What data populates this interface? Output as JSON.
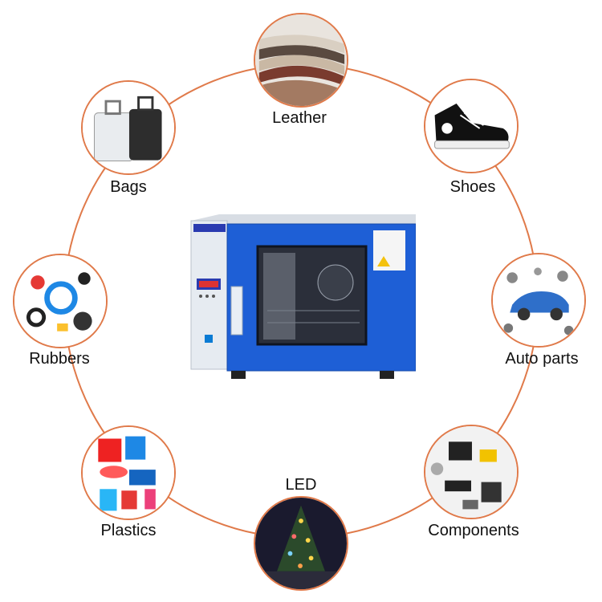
{
  "center": {
    "icon": "drying-oven-icon",
    "colors": {
      "body": "#1e5fd6",
      "panel": "#e6ebf1",
      "display": "#2a3bb0"
    }
  },
  "applications": [
    {
      "id": "leather",
      "label": "Leather",
      "icon": "leather-swatches-icon"
    },
    {
      "id": "shoes",
      "label": "Shoes",
      "icon": "sneaker-icon"
    },
    {
      "id": "auto-parts",
      "label": "Auto parts",
      "icon": "car-parts-icon"
    },
    {
      "id": "components",
      "label": "Components",
      "icon": "electronic-components-icon"
    },
    {
      "id": "led",
      "label": "LED",
      "icon": "led-christmas-tree-icon"
    },
    {
      "id": "plastics",
      "label": "Plastics",
      "icon": "plastic-buckets-icon"
    },
    {
      "id": "rubbers",
      "label": "Rubbers",
      "icon": "rubber-seals-icon"
    },
    {
      "id": "bags",
      "label": "Bags",
      "icon": "suitcase-icon"
    }
  ],
  "ring_color": "#e07a4a"
}
